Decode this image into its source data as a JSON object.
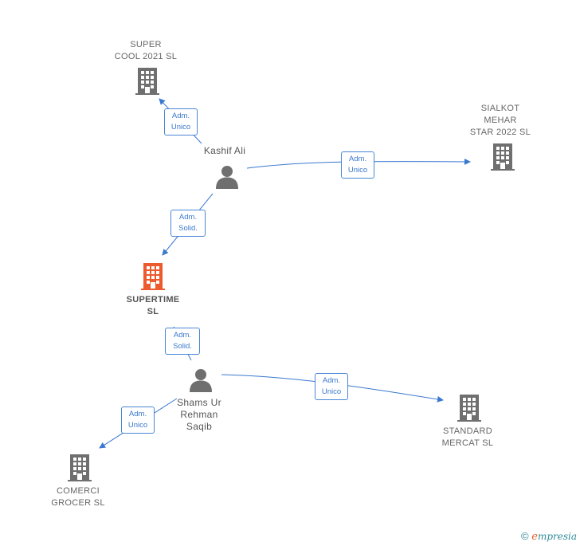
{
  "nodes": {
    "super_cool": {
      "name_line1": "SUPER",
      "name_line2": "COOL 2021  SL"
    },
    "sialkot": {
      "name_line1": "SIALKOT",
      "name_line2": "MEHAR",
      "name_line3": "STAR 2022  SL"
    },
    "kashif": {
      "name": "Kashif Ali"
    },
    "supertime": {
      "name_line1": "SUPERTIME",
      "name_line2": "SL"
    },
    "shams": {
      "name_line1": "Shams Ur",
      "name_line2": "Rehman",
      "name_line3": "Saqib"
    },
    "standard": {
      "name_line1": "STANDARD",
      "name_line2": "MERCAT SL"
    },
    "comerci": {
      "name_line1": "COMERCI",
      "name_line2": "GROCER  SL"
    }
  },
  "edges": {
    "kashif_super": {
      "line1": "Adm.",
      "line2": "Unico"
    },
    "kashif_sialkot": {
      "line1": "Adm.",
      "line2": "Unico"
    },
    "kashif_supertime": {
      "line1": "Adm.",
      "line2": "Solid."
    },
    "supertime_shams": {
      "line1": "Adm.",
      "line2": "Solid."
    },
    "shams_standard": {
      "line1": "Adm.",
      "line2": "Unico"
    },
    "shams_comerci": {
      "line1": "Adm.",
      "line2": "Unico"
    }
  },
  "colors": {
    "edge": "#3a78cf",
    "company": "#6f6f6f",
    "focus_company": "#ec5a2e",
    "person": "#6f6f6f"
  },
  "footer": {
    "copyright": "©",
    "brand_e": "e",
    "brand_rest": "mpresia"
  }
}
